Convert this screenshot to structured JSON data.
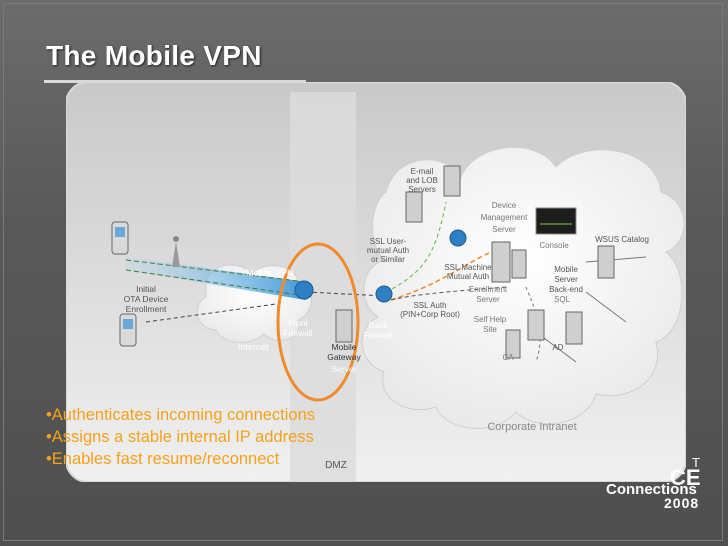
{
  "slide": {
    "title": "The Mobile VPN",
    "bullets": [
      "•Authenticates incoming connections",
      "•Assigns a stable internal IP address",
      "•Enables fast resume/reconnect"
    ]
  },
  "diagram": {
    "labels": {
      "initial_ota": "Initial\nOTA Device\nEnrollment",
      "internet": "Internet",
      "front_firewall": "Front\nFirewall",
      "mobile_vpn": "Mobile VPN",
      "mobile_gateway": "Mobile\nGateway\nServer",
      "back_firewall": "Back\nFirewall",
      "ssl_user": "SSL User-\nmutual Auth\nor Similar",
      "email_lob": "E-mail\nand LOB\nServers",
      "device_mgmt": "Device\nManagement\nServer",
      "console": "Console",
      "wsus": "WSUS Catalog",
      "ssl_machine": "SSL Machine\nMutual Auth",
      "enrollment": "Enrollment\nServer",
      "mobile_server_backend": "Mobile\nServer\nBack-end",
      "sql": "SQL",
      "ssl_auth": "SSL Auth\n(PIN+Corp Root)",
      "self_help": "Self Help\nSite",
      "ca": "CA",
      "ad": "AD",
      "corporate_intranet": "Corporate Intranet",
      "dmz": "DMZ"
    }
  },
  "logo": {
    "line1": "T",
    "line2": "Connections",
    "line3": "2008",
    "line4": "CE"
  },
  "colors": {
    "bullet": "#f6a11c",
    "highlight_ellipse": "#f08a2c",
    "title": "#ffffff"
  }
}
